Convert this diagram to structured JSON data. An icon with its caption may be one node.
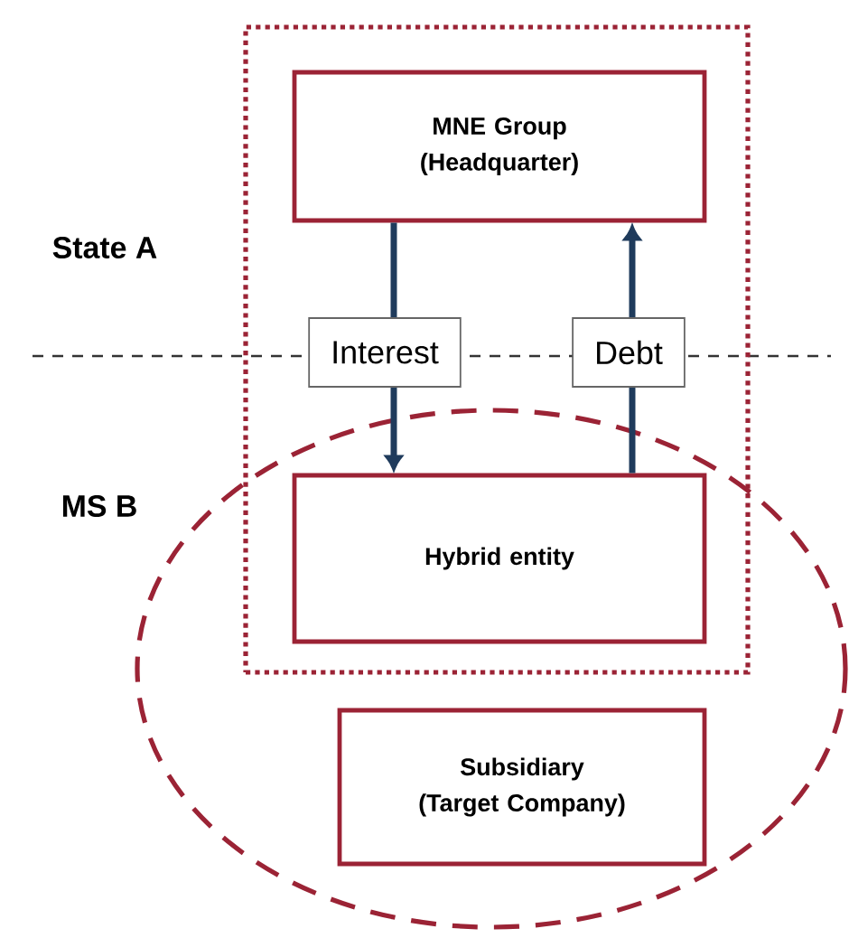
{
  "diagram": {
    "nodes": [
      {
        "text": [],
        "shape": "box"
      },
      {
        "text": [
          "MNE Group (Headquarter)"
        ],
        "in": 0
      },
      {
        "text": [],
        "shape": "ellipse"
      },
      {
        "text": [
          "Hybrid entity"
        ]
      },
      {
        "text": [
          "Subsidiary (Target Company)"
        ],
        "in": 2
      }
    ],
    "edges": [
      {
        "from": 1,
        "to": 3,
        "arrow": "to",
        "label": "Interest"
      },
      {
        "from": 3,
        "to": 1,
        "arrow": "to",
        "label": "Debt"
      }
    ],
    "labels": [
      "State A",
      "MS B"
    ]
  }
}
